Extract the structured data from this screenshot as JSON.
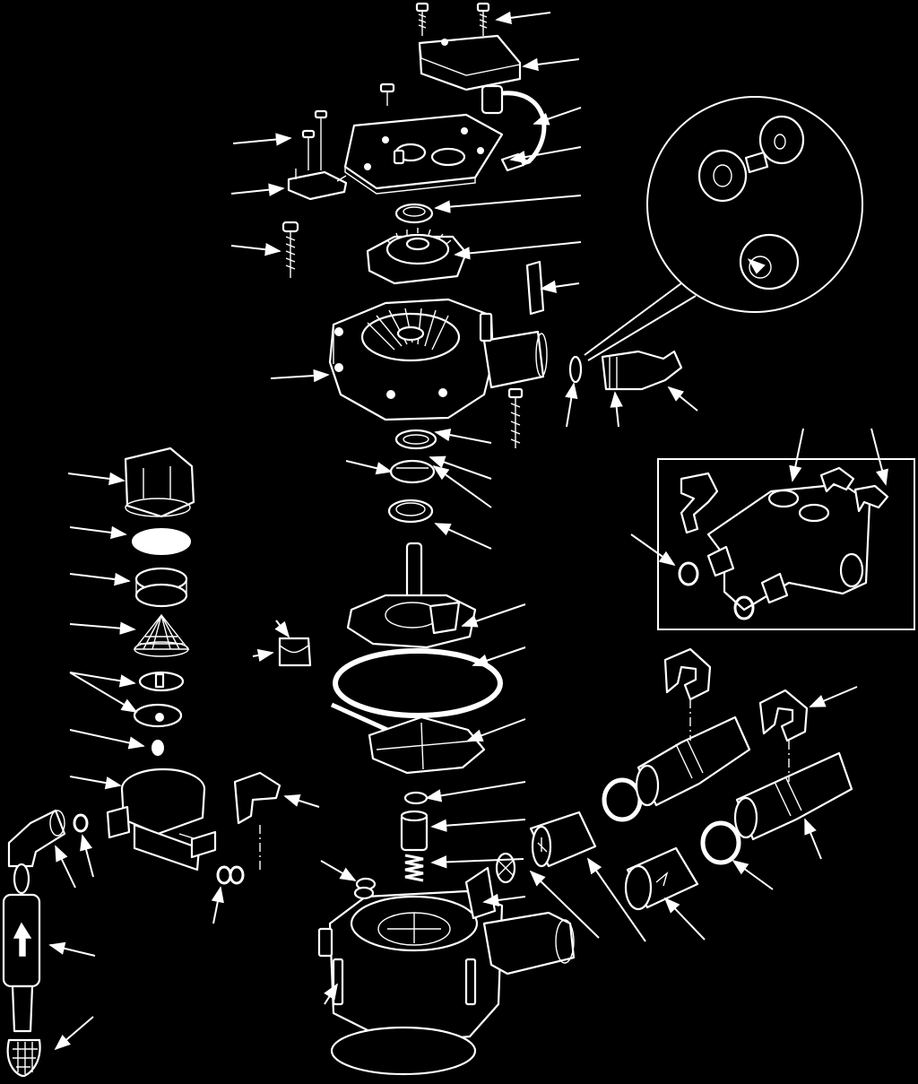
{
  "diagram": {
    "type": "exploded-parts-view",
    "background_color": "#000000",
    "line_color": "#ffffff",
    "callout_arrow_count": 60,
    "detail_views": [
      "circle-detail-elbow-fittings",
      "boxed-detail-bypass-valve"
    ],
    "labels": []
  }
}
